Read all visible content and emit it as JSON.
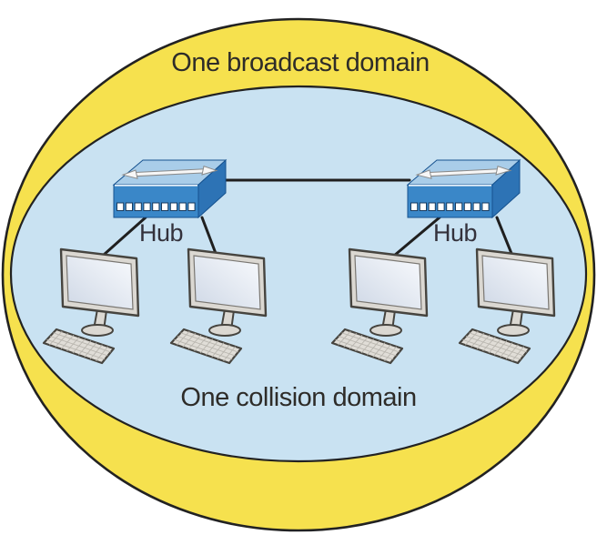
{
  "labels": {
    "broadcast": "One broadcast domain",
    "collision": "One collision domain"
  },
  "hubs": [
    {
      "label": "Hub"
    },
    {
      "label": "Hub"
    }
  ],
  "devices": {
    "hub_count": 2,
    "computer_count": 4
  },
  "colors": {
    "page_bg": "#FFFFFF",
    "broadcast_fill": "#F6E14E",
    "collision_fill": "#C9E2F2",
    "outline": "#222222",
    "cable": "#1F1F1F",
    "label_text": "#2E2C29",
    "hub_label_text": "#34323C",
    "hub_top": "#A9CDE9",
    "hub_front": "#3A87C8",
    "hub_side": "#2D73B5",
    "hub_edge": "#16528F",
    "monitor_bezel": "#DBD8D2",
    "monitor_screen_dark": "#CFD8E6",
    "monitor_screen_light": "#F8FAFD",
    "device_outline": "#46443F",
    "keyboard_fill": "#E0DDD7",
    "keyboard_grid": "#B9B6AF"
  }
}
